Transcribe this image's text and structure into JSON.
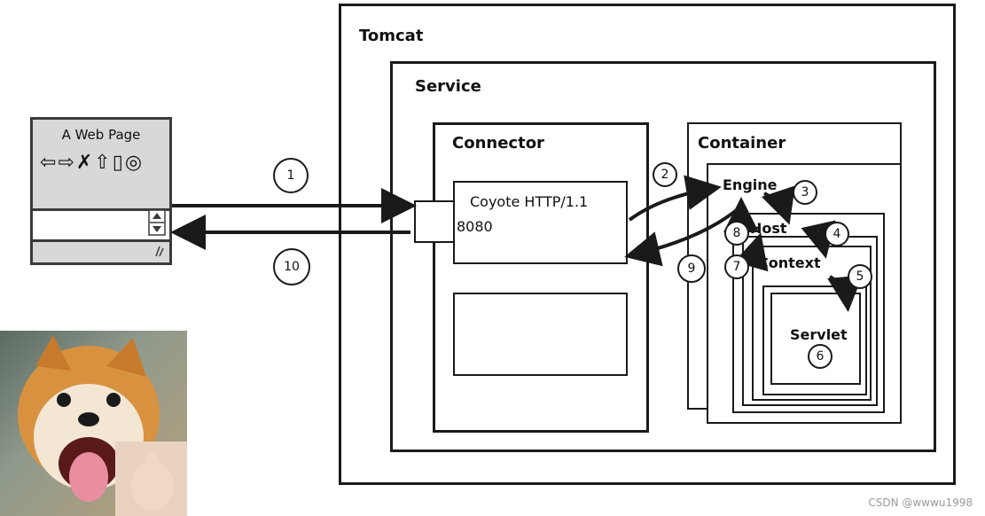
{
  "diagram": {
    "tomcat_label": "Tomcat",
    "service_label": "Service",
    "connector_label": "Connector",
    "coyote_label": "Coyote HTTP/1.1",
    "port_label": "8080",
    "container_label": "Container",
    "engine_label": "Engine",
    "host_label": "Host",
    "context_label": "Context",
    "servlet_label": "Servlet"
  },
  "web_page": {
    "title": "A Web Page",
    "toolbar_glyphs": "⇦⇨✗⇧▯◎"
  },
  "steps": {
    "s1": "1",
    "s2": "2",
    "s3": "3",
    "s4": "4",
    "s5": "5",
    "s6": "6",
    "s7": "7",
    "s8": "8",
    "s9": "9",
    "s10": "10"
  },
  "watermark": "CSDN @wwwu1998",
  "colors": {
    "stroke": "#1a1a1a",
    "widget_bg": "#d8d8d8"
  }
}
